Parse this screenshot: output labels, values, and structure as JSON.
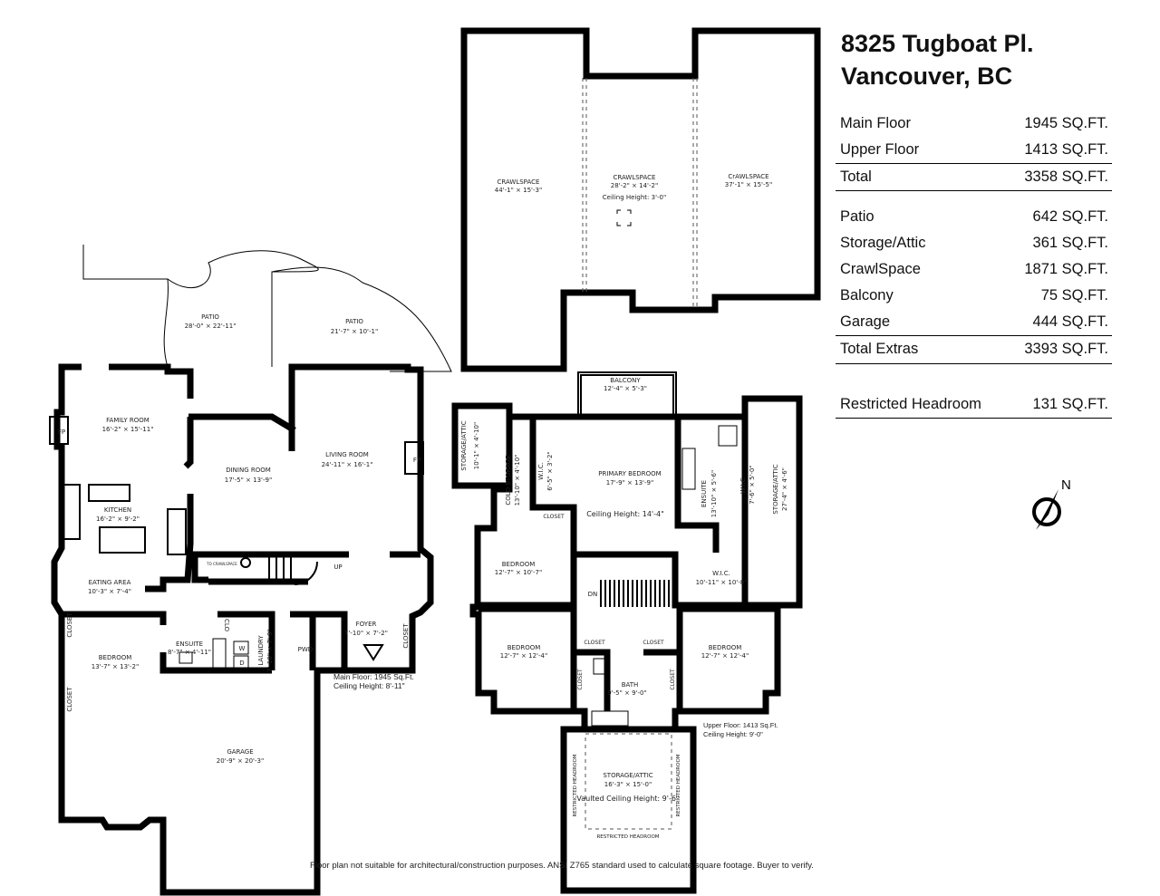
{
  "header": {
    "address_line1": "8325 Tugboat Pl.",
    "address_line2": "Vancouver, BC"
  },
  "areas": {
    "primary": [
      {
        "label": "Main Floor",
        "value": "1945 SQ.FT."
      },
      {
        "label": "Upper Floor",
        "value": "1413 SQ.FT."
      }
    ],
    "total": {
      "label": "Total",
      "value": "3358 SQ.FT."
    },
    "extras": [
      {
        "label": "Patio",
        "value": "642 SQ.FT."
      },
      {
        "label": "Storage/Attic",
        "value": "361 SQ.FT."
      },
      {
        "label": "CrawlSpace",
        "value": "1871 SQ.FT."
      },
      {
        "label": "Balcony",
        "value": "75 SQ.FT."
      },
      {
        "label": "Garage",
        "value": "444 SQ.FT."
      }
    ],
    "total_extras": {
      "label": "Total Extras",
      "value": "3393 SQ.FT."
    },
    "restricted": {
      "label": "Restricted Headroom",
      "value": "131 SQ.FT."
    }
  },
  "compass": {
    "label": "N"
  },
  "crawlspace": {
    "left": {
      "name": "CRAWLSPACE",
      "dims": "44'-1\" × 15'-3\""
    },
    "middle": {
      "name": "CRAWLSPACE",
      "dims": "28'-2\" × 14'-2\"",
      "ceiling": "Ceiling Height: 3'-0\""
    },
    "right": {
      "name": "CrAWLSPACE",
      "dims": "37'-1\" × 15'-5\""
    }
  },
  "main_floor": {
    "patio1": {
      "name": "PATIO",
      "dims": "28'-0\" × 22'-11\""
    },
    "patio2": {
      "name": "PATIO",
      "dims": "21'-7\" × 10'-1\""
    },
    "family": {
      "name": "FAMILY ROOM",
      "dims": "16'-2\" × 15'-11\""
    },
    "dining": {
      "name": "DINING ROOM",
      "dims": "17'-5\" × 13'-9\""
    },
    "living": {
      "name": "LIVING ROOM",
      "dims": "24'-11\" × 16'-1\""
    },
    "kitchen": {
      "name": "KITCHEN",
      "dims": "16'-2\" × 9'-2\""
    },
    "eating": {
      "name": "EATING AREA",
      "dims": "10'-3\" × 7'-4\""
    },
    "bedroom": {
      "name": "BEDROOM",
      "dims": "13'-7\" × 13'-2\""
    },
    "ensuite": {
      "name": "ENSUITE",
      "dims": "8'-7\" × 4'-11\""
    },
    "laundry": {
      "name": "LAUNDRY",
      "dims": "7'-10\" × 7'-9\""
    },
    "foyer": {
      "name": "FOYER",
      "dims": "7'-10\" × 7'-2\""
    },
    "garage": {
      "name": "GARAGE",
      "dims": "20'-9\" × 20'-3\""
    },
    "fp": "FP",
    "closet": "CLOSET",
    "clo": "CLO",
    "pwd": "PWD.",
    "to_crawl": "TO CRAWLSPACE",
    "up": "UP",
    "washer": "W",
    "dryer": "D",
    "summary_area": "Main Floor: 1945 Sq.Ft.",
    "summary_ceiling": "Ceiling Height: 8'-11\""
  },
  "upper_floor": {
    "balcony": {
      "name": "BALCONY",
      "dims": "12'-4\" × 5'-3\""
    },
    "storage_left": {
      "name": "STORAGE/ATTIC",
      "dims": "10'-1\" × 4'-10\""
    },
    "cold_storage": {
      "name": "COLD STORAGE",
      "dims": "13'-10\" × 4'-10\""
    },
    "wic1": {
      "name": "W.I.C.",
      "dims": "6'-5\" × 3'-2\""
    },
    "primary": {
      "name": "PRIMARY BEDROOM",
      "dims": "17'-9\" × 13'-9\"",
      "ceiling": "Ceiling Height: 14'-4\""
    },
    "ensuite": {
      "name": "ENSUITE",
      "dims": "13'-10\" × 5'-6\""
    },
    "wic2": {
      "name": "W.I.C.",
      "dims": "7'-6\" × 5'-0\""
    },
    "storage_right": {
      "name": "STORAGE/ATTIC",
      "dims": "27'-4\" × 4'-6\""
    },
    "bedroom1": {
      "name": "BEDROOM",
      "dims": "12'-7\" × 10'-7\""
    },
    "wic3": {
      "name": "W.I.C.",
      "dims": "10'-11\" × 10'-8\""
    },
    "bedroom2": {
      "name": "BEDROOM",
      "dims": "12'-7\" × 12'-4\""
    },
    "bedroom3": {
      "name": "BEDROOM",
      "dims": "12'-7\" × 12'-4\""
    },
    "bath": {
      "name": "BATH",
      "dims": "9'-5\" × 9'-0\""
    },
    "storage_bottom": {
      "name": "STORAGE/ATTIC",
      "dims": "16'-3\" × 15'-0\"",
      "ceiling": "Vaulted Ceiling Height: 9'-6\""
    },
    "restricted": "RESTRICTED HEADROOM",
    "closet": "CLOSET",
    "dn": "DN",
    "summary_area": "Upper Floor: 1413 Sq.Ft.",
    "summary_ceiling": "Ceiling Height: 9'-0\""
  },
  "footer": {
    "disclaimer": "Floor plan not suitable for architectural/construction purposes. ANSI Z765 standard used to calculate square footage. Buyer to verify."
  }
}
